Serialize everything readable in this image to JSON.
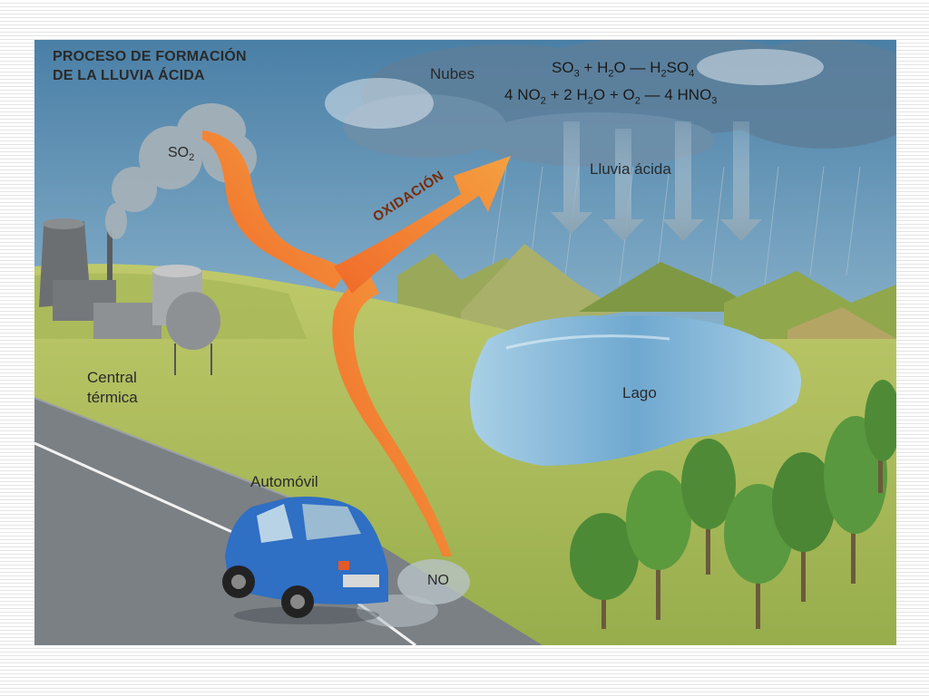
{
  "title": {
    "line1": "PROCESO DE FORMACIÓN",
    "line2": "DE LA LLUVIA ÁCIDA"
  },
  "labels": {
    "nubes": "Nubes",
    "lluvia_acida": "Lluvia ácida",
    "so2": "SO",
    "so2_sub": "2",
    "central_line1": "Central",
    "central_line2": "térmica",
    "lago": "Lago",
    "automovil": "Automóvil",
    "no": "NO",
    "oxidacion": "OXIDACIÓN"
  },
  "equations": {
    "eq1": {
      "r1": "SO",
      "r1_sub": "3",
      "plus": "+",
      "r2": "H",
      "r2_sub": "2",
      "r2_tail": "O",
      "arrow": "—",
      "p1": "H",
      "p1_sub": "2",
      "p1_mid": "SO",
      "p1_sub2": "4"
    },
    "eq2": {
      "c1": "4",
      "r1": "NO",
      "r1_sub": "2",
      "plus1": "+",
      "c2": "2",
      "r2": "H",
      "r2_sub": "2",
      "r2_tail": "O",
      "plus2": "+",
      "r3": "O",
      "r3_sub": "2",
      "arrow": "—",
      "c3": "4",
      "p1": "HNO",
      "p1_sub": "3"
    }
  },
  "colors": {
    "sky_top": "#4a7fa6",
    "sky_bottom": "#bcd6e2",
    "cloud": "#5b7d99",
    "grass": "#a9b957",
    "lake": "#8fc0dc",
    "road": "#7a7f84",
    "arrow": "#f07a30",
    "car": "#2f6fc4"
  }
}
